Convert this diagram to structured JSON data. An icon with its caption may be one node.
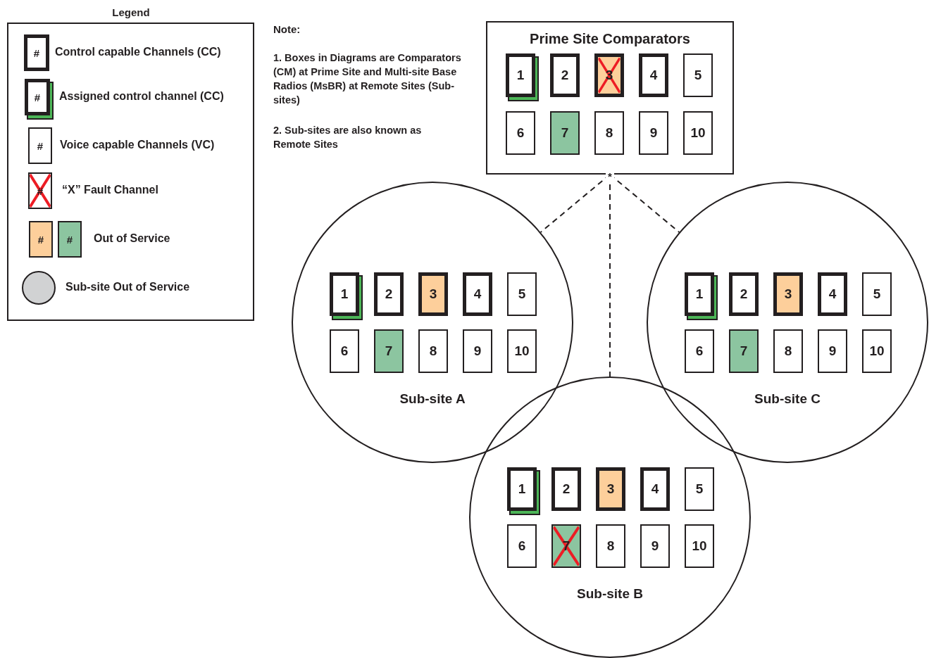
{
  "diagram": {
    "nodes": [
      {
        "text": [
          "Prime Site Comparators"
        ]
      },
      {
        "text": [
          "1"
        ],
        "in": 0
      },
      {
        "text": [
          "2"
        ],
        "in": 0
      },
      {
        "text": [
          "3"
        ],
        "in": 0
      },
      {
        "text": [
          "4"
        ],
        "in": 0
      },
      {
        "text": [
          "5"
        ],
        "in": 0
      },
      {
        "text": [
          "6"
        ],
        "in": 0
      },
      {
        "text": [
          "7"
        ],
        "in": 0
      },
      {
        "text": [
          "8"
        ],
        "in": 0
      },
      {
        "text": [
          "9"
        ],
        "in": 0
      },
      {
        "text": [
          "10"
        ],
        "in": 0
      },
      {
        "text": [
          "Sub-site A"
        ]
      },
      {
        "text": [
          "1"
        ],
        "in": 11
      },
      {
        "text": [
          "2"
        ],
        "in": 11
      },
      {
        "text": [
          "3"
        ],
        "in": 11
      },
      {
        "text": [
          "4"
        ],
        "in": 11
      },
      {
        "text": [
          "5"
        ],
        "in": 11
      },
      {
        "text": [
          "6"
        ],
        "in": 11
      },
      {
        "text": [
          "7"
        ],
        "in": 11
      },
      {
        "text": [
          "8"
        ],
        "in": 11
      },
      {
        "text": [
          "9"
        ],
        "in": 11
      },
      {
        "text": [
          "10"
        ],
        "in": 11
      },
      {
        "text": [
          "Sub-site C"
        ]
      },
      {
        "text": [
          "1"
        ],
        "in": 22
      },
      {
        "text": [
          "2"
        ],
        "in": 22
      },
      {
        "text": [
          "3"
        ],
        "in": 22
      },
      {
        "text": [
          "4"
        ],
        "in": 22
      },
      {
        "text": [
          "5"
        ],
        "in": 22
      },
      {
        "text": [
          "6"
        ],
        "in": 22
      },
      {
        "text": [
          "7"
        ],
        "in": 22
      },
      {
        "text": [
          "8"
        ],
        "in": 22
      },
      {
        "text": [
          "9"
        ],
        "in": 22
      },
      {
        "text": [
          "10"
        ],
        "in": 22
      },
      {
        "text": [
          "Sub-site B"
        ]
      },
      {
        "text": [
          "1"
        ],
        "in": 33
      },
      {
        "text": [
          "2"
        ],
        "in": 33
      },
      {
        "text": [
          "3"
        ],
        "in": 33
      },
      {
        "text": [
          "4"
        ],
        "in": 33
      },
      {
        "text": [
          "5"
        ],
        "in": 33
      },
      {
        "text": [
          "6"
        ],
        "in": 33
      },
      {
        "text": [
          "7"
        ],
        "in": 33
      },
      {
        "text": [
          "8"
        ],
        "in": 33
      },
      {
        "text": [
          "9"
        ],
        "in": 33
      },
      {
        "text": [
          "10"
        ],
        "in": 33
      }
    ],
    "edges": [
      {
        "from": 0,
        "to": 11,
        "arrow": "none",
        "style": "dashed"
      },
      {
        "from": 0,
        "to": 33,
        "arrow": "none",
        "style": "dashed"
      },
      {
        "from": 0,
        "to": 22,
        "arrow": "none",
        "style": "dashed"
      }
    ],
    "labels": [
      "Legend",
      "#",
      "#",
      "#",
      "#",
      "#",
      "#",
      "Note:",
      "1.  Boxes in Diagrams are Comparators (CM) at Prime Site and Multi-site Base Radios (MsBR) at Remote Sites (Sub-sites)",
      "2.  Sub-sites are also known as Remote Sites",
      "*"
    ],
    "legend": [
      {
        "text": "Control capable Channels (CC)"
      },
      {
        "text": "Assigned control channel (CC)"
      },
      {
        "text": "Voice capable Channels (VC)"
      },
      {
        "text": "“X” Fault Channel"
      },
      {
        "text": "Out of Service"
      },
      {
        "text": "Sub-site Out of Service"
      }
    ]
  }
}
